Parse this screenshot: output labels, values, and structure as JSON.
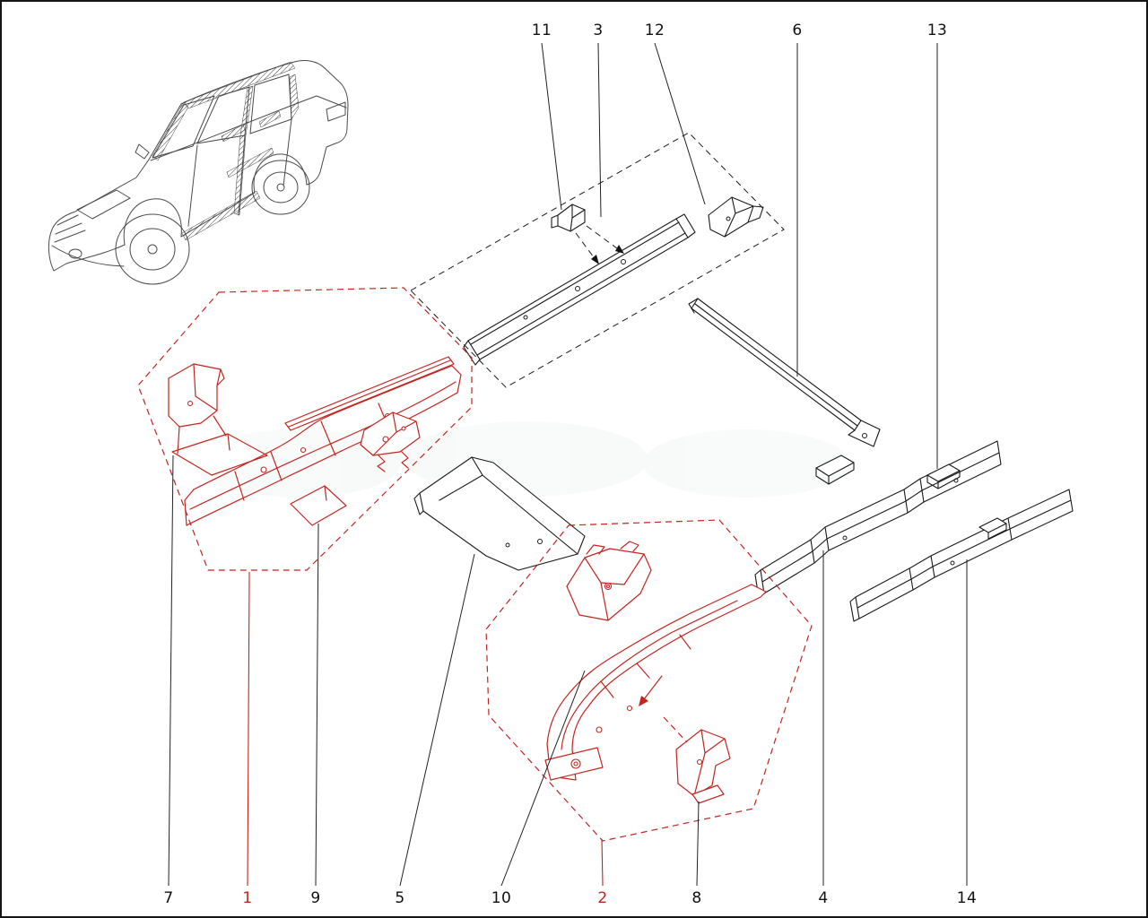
{
  "figure": {
    "type": "exploded-parts-diagram",
    "background": "#ffffff",
    "border_color": "#151515"
  },
  "palette": {
    "line": "#1a1a1a",
    "highlight_red": "#c2251f",
    "car_line": "#4a4a4a"
  },
  "callouts": {
    "top": [
      {
        "id": "11",
        "label": "11",
        "highlighted": false
      },
      {
        "id": "3",
        "label": "3",
        "highlighted": false
      },
      {
        "id": "12",
        "label": "12",
        "highlighted": false
      },
      {
        "id": "6",
        "label": "6",
        "highlighted": false
      },
      {
        "id": "13",
        "label": "13",
        "highlighted": false
      }
    ],
    "bottom": [
      {
        "id": "7",
        "label": "7",
        "highlighted": false
      },
      {
        "id": "1",
        "label": "1",
        "highlighted": true
      },
      {
        "id": "9",
        "label": "9",
        "highlighted": false
      },
      {
        "id": "5",
        "label": "5",
        "highlighted": false
      },
      {
        "id": "10",
        "label": "10",
        "highlighted": false
      },
      {
        "id": "2",
        "label": "2",
        "highlighted": true
      },
      {
        "id": "8",
        "label": "8",
        "highlighted": false
      },
      {
        "id": "4",
        "label": "4",
        "highlighted": false
      },
      {
        "id": "14",
        "label": "14",
        "highlighted": false
      }
    ]
  }
}
